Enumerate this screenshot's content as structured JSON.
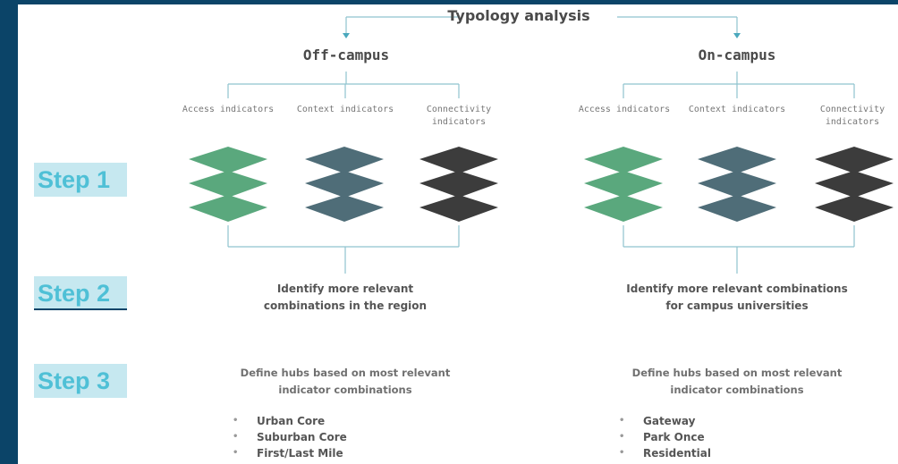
{
  "title": "Typology analysis",
  "colors": {
    "background": "#0b4468",
    "connector": "#8fc3cf",
    "arrow": "#4aa8bd",
    "access_layer": "#5aa87d",
    "context_layer": "#4f6d78",
    "connectivity_layer": "#3c3c3c",
    "step_label_bg": "#c6e8f0",
    "step_label_text": "#4fc0d6"
  },
  "steps": [
    {
      "label": "Step 1"
    },
    {
      "label": "Step 2"
    },
    {
      "label": "Step 3"
    }
  ],
  "groups": [
    {
      "title": "Off-campus",
      "indicators": [
        {
          "label": "Access indicators",
          "icon": "layers-icon",
          "color": "#5aa87d"
        },
        {
          "label": "Context indicators",
          "icon": "layers-icon",
          "color": "#4f6d78"
        },
        {
          "label": "Connectivity indicators",
          "icon": "layers-icon",
          "color": "#3c3c3c"
        }
      ],
      "step2_text_line1": "Identify more relevant",
      "step2_text_line2": "combinations in the region",
      "step3_text_line1": "Define hubs based on most relevant",
      "step3_text_line2": "indicator combinations",
      "hubs": [
        "Urban Core",
        "Suburban Core",
        "First/Last Mile"
      ]
    },
    {
      "title": "On-campus",
      "indicators": [
        {
          "label": "Access indicators",
          "icon": "layers-icon",
          "color": "#5aa87d"
        },
        {
          "label": "Context indicators",
          "icon": "layers-icon",
          "color": "#4f6d78"
        },
        {
          "label": "Connectivity indicators",
          "icon": "layers-icon",
          "color": "#3c3c3c"
        }
      ],
      "step2_text_line1": "Identify more relevant combinations",
      "step2_text_line2": "for campus universities",
      "step3_text_line1": "Define hubs based on most relevant",
      "step3_text_line2": "indicator combinations",
      "hubs": [
        "Gateway",
        "Park Once",
        "Residential"
      ]
    }
  ]
}
